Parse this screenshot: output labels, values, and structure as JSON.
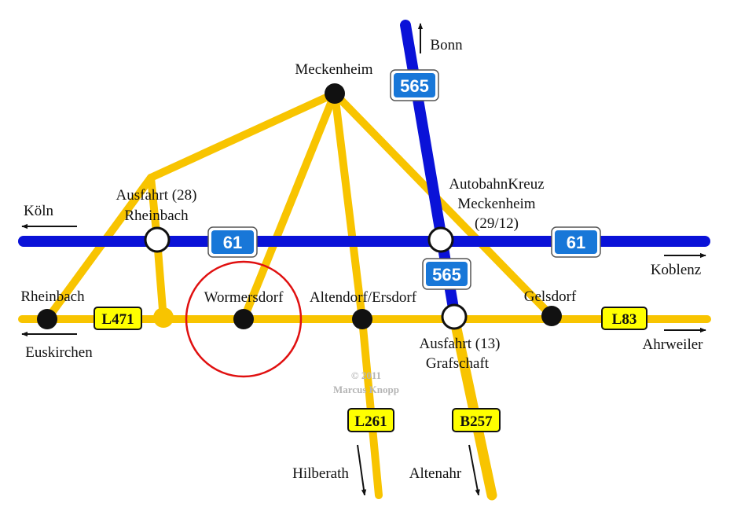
{
  "colors": {
    "autobahn": "#0a12d8",
    "road": "#f8c400",
    "shield_fill": "#1877d8",
    "sign_fill": "#ffff00",
    "highlight": "#e01010"
  },
  "places": {
    "meckenheim": "Meckenheim",
    "ausfahrt28_line1": "Ausfahrt (28)",
    "ausfahrt28_line2": "Rheinbach",
    "kreuz_line1": "AutobahnKreuz",
    "kreuz_line2": "Meckenheim",
    "kreuz_line3": "(29/12)",
    "rheinbach": "Rheinbach",
    "wormersdorf": "Wormersdorf",
    "altendorf": "Altendorf/Ersdorf",
    "gelsdorf": "Gelsdorf",
    "ausfahrt13_line1": "Ausfahrt (13)",
    "ausfahrt13_line2": "Grafschaft"
  },
  "directions": {
    "bonn": "Bonn",
    "koeln": "Köln",
    "koblenz": "Koblenz",
    "euskirchen": "Euskirchen",
    "ahrweiler": "Ahrweiler",
    "hilberath": "Hilberath",
    "altenahr": "Altenahr"
  },
  "road_signs": {
    "a565_top": "565",
    "a61_left": "61",
    "a61_right": "61",
    "a565_mid": "565",
    "l471": "L471",
    "l83": "L83",
    "l261": "L261",
    "b257": "B257"
  },
  "copyright": {
    "line1": "© 2011",
    "line2": "Marcus Knopp"
  }
}
